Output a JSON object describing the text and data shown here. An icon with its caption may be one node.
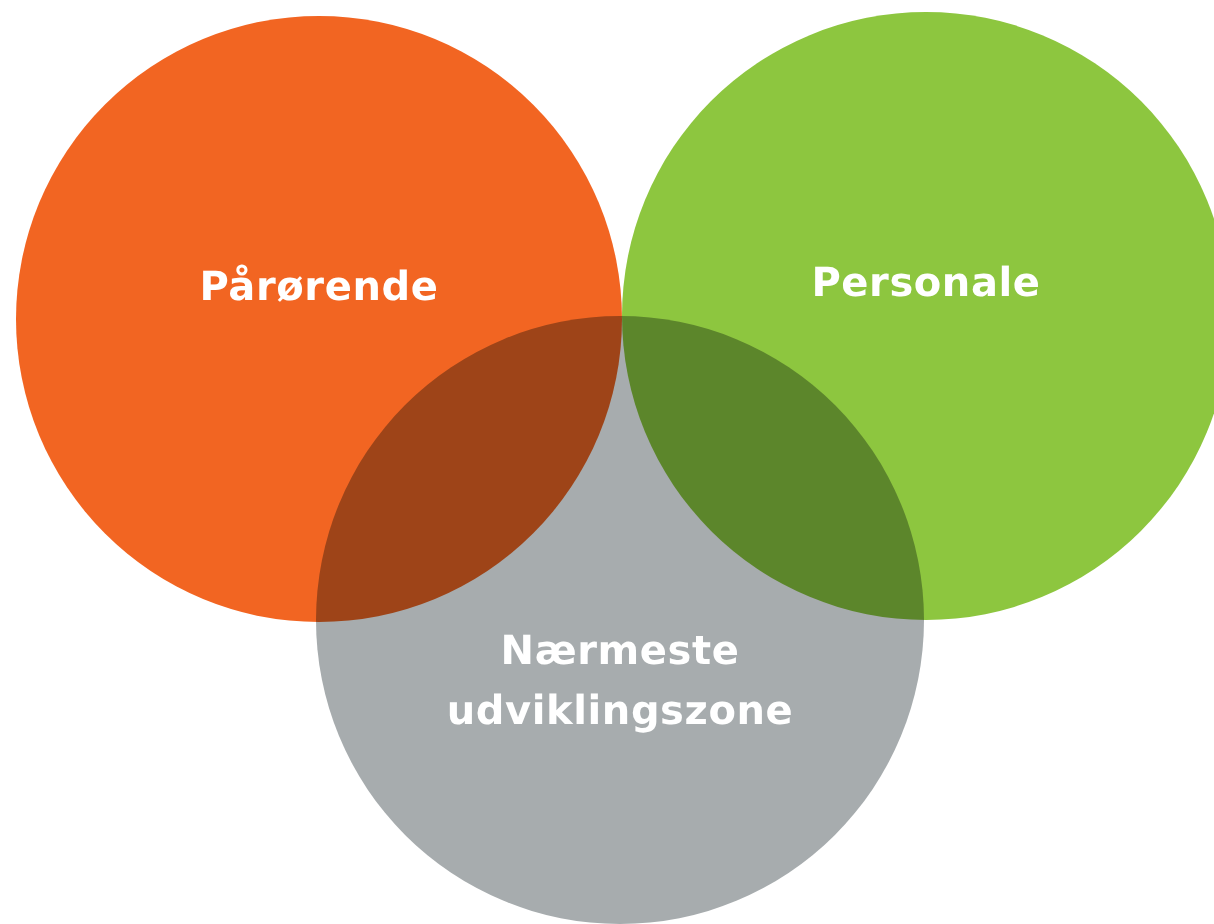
{
  "diagram": {
    "nodes": [
      {
        "text": [
          "Pårørende"
        ]
      },
      {
        "text": [
          "Personale"
        ]
      },
      {
        "text": [
          "Nærmeste udviklingszone"
        ]
      }
    ],
    "edges": []
  }
}
